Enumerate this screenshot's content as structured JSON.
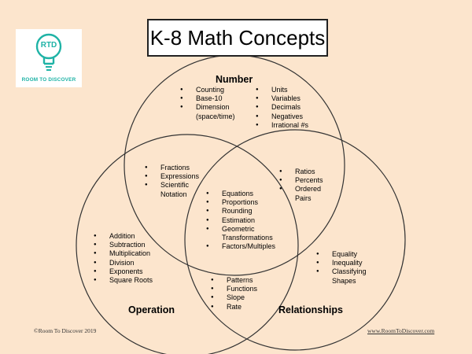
{
  "title": "K-8 Math Concepts",
  "logo": {
    "mark": "RTD",
    "text": "ROOM TO DISCOVER"
  },
  "circles": {
    "number": "Number",
    "operation": "Operation",
    "relationships": "Relationships"
  },
  "regions": {
    "number_left": [
      "Counting",
      "Base-10",
      "Dimension (space/time)"
    ],
    "number_right": [
      "Units",
      "Variables",
      "Decimals",
      "Negatives",
      "Irrational #s"
    ],
    "number_operation": [
      "Fractions",
      "Expressions",
      "Scientific Notation"
    ],
    "number_relationships": [
      "Ratios",
      "Percents",
      "Ordered Pairs"
    ],
    "center": [
      "Equations",
      "Proportions",
      "Rounding",
      "Estimation",
      "Geometric Transformations",
      "Factors/Multiples"
    ],
    "operation": [
      "Addition",
      "Subtraction",
      "Multiplication",
      "Division",
      "Exponents",
      "Square Roots"
    ],
    "relationships": [
      "Equality",
      "Inequality",
      "Classifying Shapes"
    ],
    "operation_relationships": [
      "Patterns",
      "Functions",
      "Slope",
      "Rate"
    ]
  },
  "footer": {
    "left": "©Room To Discover 2019",
    "right": "www.RoomToDiscover.com"
  },
  "colors": {
    "background": "#fce5cd",
    "brand": "#1fb3a6",
    "stroke": "#333333"
  }
}
